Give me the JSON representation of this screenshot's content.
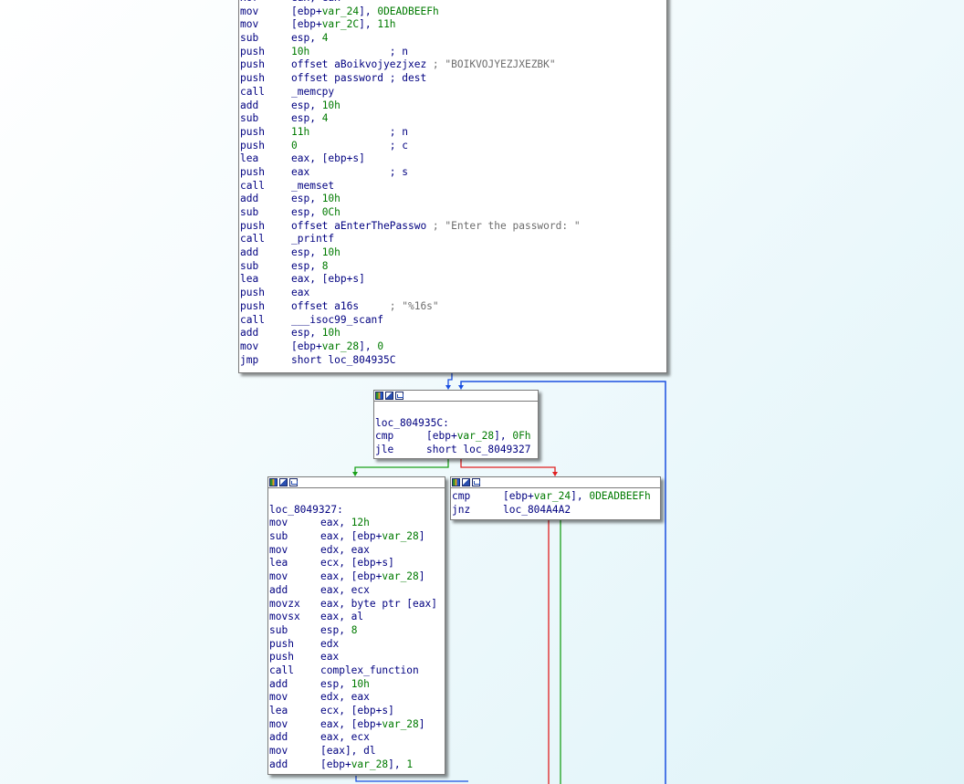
{
  "colors": {
    "true_edge": "#1aa01a",
    "false_edge": "#e02020",
    "flow_edge": "#1a4fe0"
  },
  "blocks": [
    {
      "name": "block-main",
      "lines": [
        [
          {
            "t": "xor",
            "c": "mn"
          },
          {
            "t": "eax, eax",
            "c": "op"
          }
        ],
        [
          {
            "t": "mov",
            "c": "mn"
          },
          {
            "t": "[ebp+",
            "c": "op"
          },
          {
            "t": "var_24",
            "c": "vr"
          },
          {
            "t": "], ",
            "c": "op"
          },
          {
            "t": "0DEADBEEFh",
            "c": "num"
          }
        ],
        [
          {
            "t": "mov",
            "c": "mn"
          },
          {
            "t": "[ebp+",
            "c": "op"
          },
          {
            "t": "var_2C",
            "c": "vr"
          },
          {
            "t": "], ",
            "c": "op"
          },
          {
            "t": "11h",
            "c": "num"
          }
        ],
        [
          {
            "t": "sub",
            "c": "mn"
          },
          {
            "t": "esp, ",
            "c": "op"
          },
          {
            "t": "4",
            "c": "num"
          }
        ],
        [
          {
            "t": "push",
            "c": "mn"
          },
          {
            "t": "10h",
            "c": "num"
          },
          {
            "t": "             ; n",
            "c": "cm2"
          }
        ],
        [
          {
            "t": "push",
            "c": "mn"
          },
          {
            "t": "offset aBoikvojyezjxez",
            "c": "op"
          },
          {
            "t": " ; \"BOIKVOJYEZJXEZBK\"",
            "c": "cm"
          }
        ],
        [
          {
            "t": "push",
            "c": "mn"
          },
          {
            "t": "offset password",
            "c": "op"
          },
          {
            "t": " ; dest",
            "c": "cm2"
          }
        ],
        [
          {
            "t": "call",
            "c": "mn"
          },
          {
            "t": "_memcpy",
            "c": "fn"
          }
        ],
        [
          {
            "t": "add",
            "c": "mn"
          },
          {
            "t": "esp, ",
            "c": "op"
          },
          {
            "t": "10h",
            "c": "num"
          }
        ],
        [
          {
            "t": "sub",
            "c": "mn"
          },
          {
            "t": "esp, ",
            "c": "op"
          },
          {
            "t": "4",
            "c": "num"
          }
        ],
        [
          {
            "t": "push",
            "c": "mn"
          },
          {
            "t": "11h",
            "c": "num"
          },
          {
            "t": "             ; n",
            "c": "cm2"
          }
        ],
        [
          {
            "t": "push",
            "c": "mn"
          },
          {
            "t": "0",
            "c": "num"
          },
          {
            "t": "               ; c",
            "c": "cm2"
          }
        ],
        [
          {
            "t": "lea",
            "c": "mn"
          },
          {
            "t": "eax, [ebp+s]",
            "c": "op"
          }
        ],
        [
          {
            "t": "push",
            "c": "mn"
          },
          {
            "t": "eax",
            "c": "op"
          },
          {
            "t": "             ; s",
            "c": "cm2"
          }
        ],
        [
          {
            "t": "call",
            "c": "mn"
          },
          {
            "t": "_memset",
            "c": "fn"
          }
        ],
        [
          {
            "t": "add",
            "c": "mn"
          },
          {
            "t": "esp, ",
            "c": "op"
          },
          {
            "t": "10h",
            "c": "num"
          }
        ],
        [
          {
            "t": "sub",
            "c": "mn"
          },
          {
            "t": "esp, ",
            "c": "op"
          },
          {
            "t": "0Ch",
            "c": "num"
          }
        ],
        [
          {
            "t": "push",
            "c": "mn"
          },
          {
            "t": "offset aEnterThePasswo",
            "c": "op"
          },
          {
            "t": " ; \"Enter the password: \"",
            "c": "cm"
          }
        ],
        [
          {
            "t": "call",
            "c": "mn"
          },
          {
            "t": "_printf",
            "c": "fn"
          }
        ],
        [
          {
            "t": "add",
            "c": "mn"
          },
          {
            "t": "esp, ",
            "c": "op"
          },
          {
            "t": "10h",
            "c": "num"
          }
        ],
        [
          {
            "t": "sub",
            "c": "mn"
          },
          {
            "t": "esp, ",
            "c": "op"
          },
          {
            "t": "8",
            "c": "num"
          }
        ],
        [
          {
            "t": "lea",
            "c": "mn"
          },
          {
            "t": "eax, [ebp+s]",
            "c": "op"
          }
        ],
        [
          {
            "t": "push",
            "c": "mn"
          },
          {
            "t": "eax",
            "c": "op"
          }
        ],
        [
          {
            "t": "push",
            "c": "mn"
          },
          {
            "t": "offset a16s",
            "c": "op"
          },
          {
            "t": "     ; \"%16s\"",
            "c": "cm"
          }
        ],
        [
          {
            "t": "call",
            "c": "mn"
          },
          {
            "t": "___isoc99_scanf",
            "c": "fn"
          }
        ],
        [
          {
            "t": "add",
            "c": "mn"
          },
          {
            "t": "esp, ",
            "c": "op"
          },
          {
            "t": "10h",
            "c": "num"
          }
        ],
        [
          {
            "t": "mov",
            "c": "mn"
          },
          {
            "t": "[ebp+",
            "c": "op"
          },
          {
            "t": "var_28",
            "c": "vr"
          },
          {
            "t": "], ",
            "c": "op"
          },
          {
            "t": "0",
            "c": "num"
          }
        ],
        [
          {
            "t": "jmp",
            "c": "mn"
          },
          {
            "t": "short loc_804935C",
            "c": "op"
          }
        ]
      ]
    },
    {
      "name": "block-loop-check",
      "lines": [
        [],
        [
          {
            "t": "loc_804935C:",
            "c": "lbl"
          }
        ],
        [
          {
            "t": "cmp",
            "c": "mn"
          },
          {
            "t": "[ebp+",
            "c": "op"
          },
          {
            "t": "var_28",
            "c": "vr"
          },
          {
            "t": "], ",
            "c": "op"
          },
          {
            "t": "0Fh",
            "c": "num"
          }
        ],
        [
          {
            "t": "jle",
            "c": "mn"
          },
          {
            "t": "short loc_8049327",
            "c": "op"
          }
        ]
      ]
    },
    {
      "name": "block-loop-body",
      "lines": [
        [],
        [
          {
            "t": "loc_8049327:",
            "c": "lbl"
          }
        ],
        [
          {
            "t": "mov",
            "c": "mn"
          },
          {
            "t": "eax, ",
            "c": "op"
          },
          {
            "t": "12h",
            "c": "num"
          }
        ],
        [
          {
            "t": "sub",
            "c": "mn"
          },
          {
            "t": "eax, [ebp+",
            "c": "op"
          },
          {
            "t": "var_28",
            "c": "vr"
          },
          {
            "t": "]",
            "c": "op"
          }
        ],
        [
          {
            "t": "mov",
            "c": "mn"
          },
          {
            "t": "edx, eax",
            "c": "op"
          }
        ],
        [
          {
            "t": "lea",
            "c": "mn"
          },
          {
            "t": "ecx, [ebp+s]",
            "c": "op"
          }
        ],
        [
          {
            "t": "mov",
            "c": "mn"
          },
          {
            "t": "eax, [ebp+",
            "c": "op"
          },
          {
            "t": "var_28",
            "c": "vr"
          },
          {
            "t": "]",
            "c": "op"
          }
        ],
        [
          {
            "t": "add",
            "c": "mn"
          },
          {
            "t": "eax, ecx",
            "c": "op"
          }
        ],
        [
          {
            "t": "movzx",
            "c": "mn"
          },
          {
            "t": "eax, byte ptr [eax]",
            "c": "op"
          }
        ],
        [
          {
            "t": "movsx",
            "c": "mn"
          },
          {
            "t": "eax, al",
            "c": "op"
          }
        ],
        [
          {
            "t": "sub",
            "c": "mn"
          },
          {
            "t": "esp, ",
            "c": "op"
          },
          {
            "t": "8",
            "c": "num"
          }
        ],
        [
          {
            "t": "push",
            "c": "mn"
          },
          {
            "t": "edx",
            "c": "op"
          }
        ],
        [
          {
            "t": "push",
            "c": "mn"
          },
          {
            "t": "eax",
            "c": "op"
          }
        ],
        [
          {
            "t": "call",
            "c": "mn"
          },
          {
            "t": "complex_function",
            "c": "fn"
          }
        ],
        [
          {
            "t": "add",
            "c": "mn"
          },
          {
            "t": "esp, ",
            "c": "op"
          },
          {
            "t": "10h",
            "c": "num"
          }
        ],
        [
          {
            "t": "mov",
            "c": "mn"
          },
          {
            "t": "edx, eax",
            "c": "op"
          }
        ],
        [
          {
            "t": "lea",
            "c": "mn"
          },
          {
            "t": "ecx, [ebp+s]",
            "c": "op"
          }
        ],
        [
          {
            "t": "mov",
            "c": "mn"
          },
          {
            "t": "eax, [ebp+",
            "c": "op"
          },
          {
            "t": "var_28",
            "c": "vr"
          },
          {
            "t": "]",
            "c": "op"
          }
        ],
        [
          {
            "t": "add",
            "c": "mn"
          },
          {
            "t": "eax, ecx",
            "c": "op"
          }
        ],
        [
          {
            "t": "mov",
            "c": "mn"
          },
          {
            "t": "[eax], dl",
            "c": "op"
          }
        ],
        [
          {
            "t": "add",
            "c": "mn"
          },
          {
            "t": "[ebp+",
            "c": "op"
          },
          {
            "t": "var_28",
            "c": "vr"
          },
          {
            "t": "], ",
            "c": "op"
          },
          {
            "t": "1",
            "c": "num"
          }
        ]
      ]
    },
    {
      "name": "block-compare",
      "lines": [
        [
          {
            "t": "cmp",
            "c": "mn"
          },
          {
            "t": "[ebp+",
            "c": "op"
          },
          {
            "t": "var_24",
            "c": "vr"
          },
          {
            "t": "], ",
            "c": "op"
          },
          {
            "t": "0DEADBEEFh",
            "c": "num"
          }
        ],
        [
          {
            "t": "jnz",
            "c": "mn"
          },
          {
            "t": "loc_804A4A2",
            "c": "op"
          }
        ]
      ]
    }
  ]
}
